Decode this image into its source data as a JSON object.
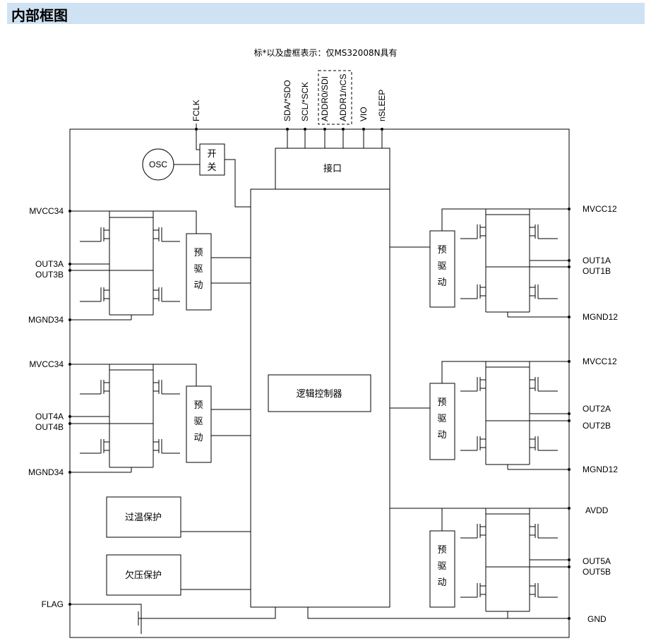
{
  "section_title": "内部框图",
  "note": "标*以及虚框表示：仅MS32008N具有",
  "top_pins": [
    "FCLK",
    "SDA/*SDO",
    "SCL/*SCK",
    "ADDR0/SDI",
    "ADDR1/nCS",
    "VIO",
    "nSLEEP"
  ],
  "left_pins": [
    "MVCC34",
    "OUT3A",
    "OUT3B",
    "MGND34",
    "MVCC34",
    "OUT4A",
    "OUT4B",
    "MGND34",
    "FLAG"
  ],
  "right_pins": [
    "MVCC12",
    "OUT1A",
    "OUT1B",
    "MGND12",
    "MVCC12",
    "OUT2A",
    "OUT2B",
    "MGND12",
    "AVDD",
    "OUT5A",
    "OUT5B",
    "GND"
  ],
  "blocks": {
    "osc": "OSC",
    "switch": "开关",
    "interface": "接口",
    "logic": "逻辑控制器",
    "predrive": "预驱动",
    "overtemp": "过温保护",
    "undervolt": "欠压保护"
  }
}
